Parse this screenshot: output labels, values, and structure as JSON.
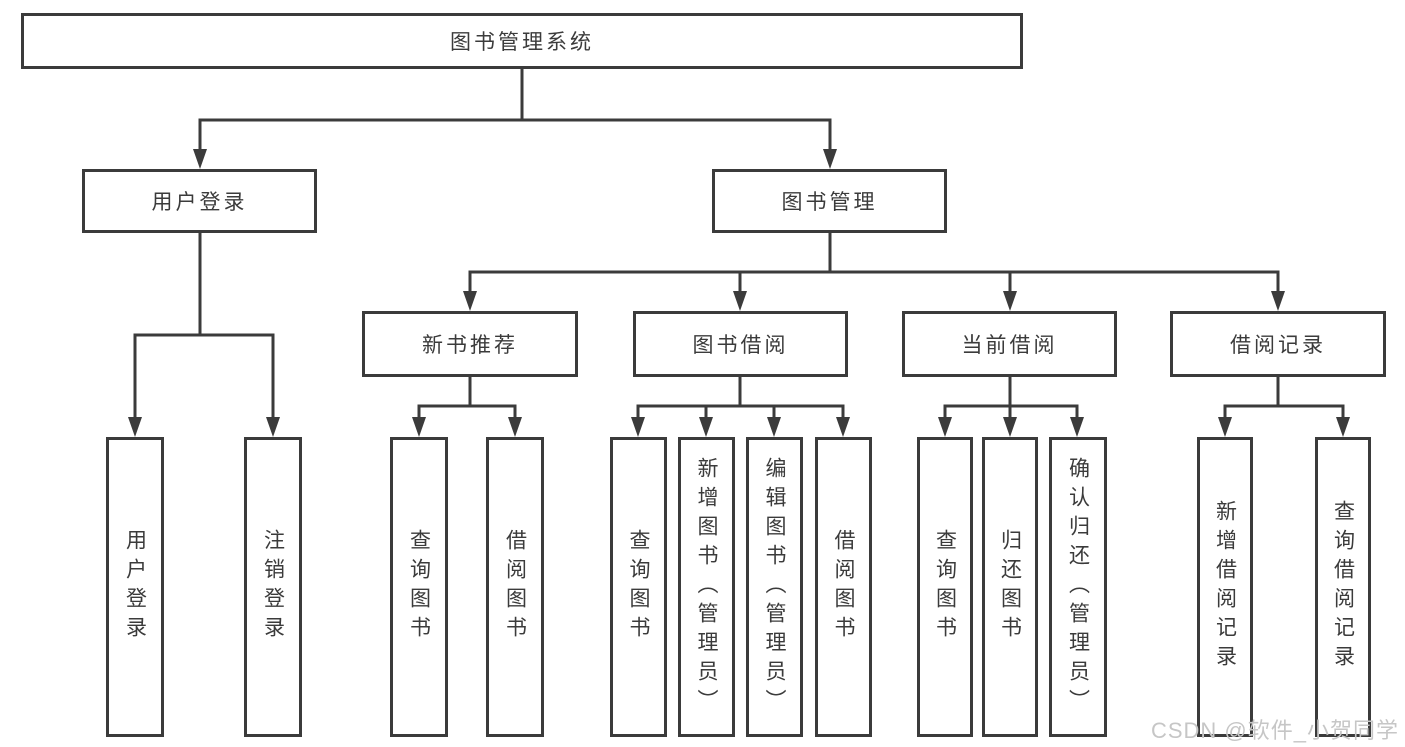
{
  "diagram": {
    "root": {
      "label": "图书管理系统"
    },
    "level2": [
      {
        "label": "用户登录"
      },
      {
        "label": "图书管理"
      }
    ],
    "level3": [
      {
        "label": "新书推荐"
      },
      {
        "label": "图书借阅"
      },
      {
        "label": "当前借阅"
      },
      {
        "label": "借阅记录"
      }
    ],
    "leaves": [
      {
        "label": "用户登录"
      },
      {
        "label": "注销登录"
      },
      {
        "label": "查询图书"
      },
      {
        "label": "借阅图书"
      },
      {
        "label": "查询图书"
      },
      {
        "label": "新增图书（管理员）"
      },
      {
        "label": "编辑图书（管理员）"
      },
      {
        "label": "借阅图书"
      },
      {
        "label": "查询图书"
      },
      {
        "label": "归还图书"
      },
      {
        "label": "确认归还（管理员）"
      },
      {
        "label": "新增借阅记录"
      },
      {
        "label": "查询借阅记录"
      }
    ]
  },
  "watermark": {
    "text": "CSDN @软件_小贺同学"
  },
  "colors": {
    "line": "#3b3b3b",
    "text": "#3b3b3b",
    "watermark": "#c6c6c6",
    "background": "#ffffff"
  }
}
